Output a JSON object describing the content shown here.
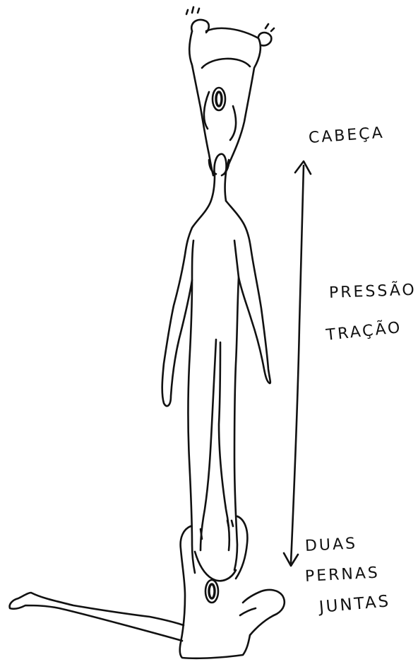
{
  "labels": {
    "cabeca": "CABEÇA",
    "pressao": "PRESSÃO",
    "tracao": "TRAÇÃO",
    "duas": "DUAS",
    "pernas": "PERNAS",
    "juntas": "JUNTAS"
  },
  "style": {
    "ink_color": "#111111",
    "paper_color": "#ffffff"
  }
}
